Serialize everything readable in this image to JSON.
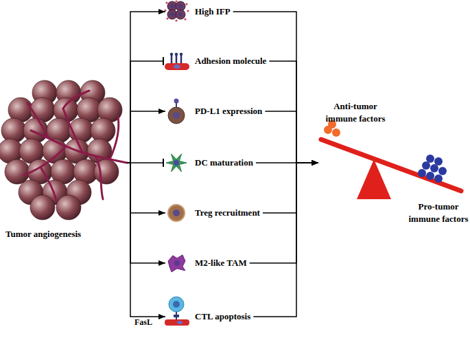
{
  "diagram": {
    "nodes": [
      {
        "text": [
          "Tumor angiogenesis"
        ]
      },
      {
        "text": [
          "High IFP"
        ]
      },
      {
        "text": [
          "Adhesion molecule"
        ]
      },
      {
        "text": [
          "PD-L1 expression"
        ]
      },
      {
        "text": [
          "DC maturation"
        ]
      },
      {
        "text": [
          "Treg recruitment"
        ]
      },
      {
        "text": [
          "M2-like TAM"
        ]
      },
      {
        "text": [
          "CTL apoptosis"
        ]
      },
      {
        "text": [
          "Anti-tumor immune factors",
          "Pro-tumor immune factors"
        ]
      }
    ],
    "edges": [
      {
        "from": 0,
        "to": 1,
        "arrow": "to"
      },
      {
        "from": 0,
        "to": 2,
        "arrow": "none"
      },
      {
        "from": 0,
        "to": 3,
        "arrow": "to"
      },
      {
        "from": 0,
        "to": 4,
        "arrow": "none"
      },
      {
        "from": 0,
        "to": 5,
        "arrow": "to"
      },
      {
        "from": 0,
        "to": 6,
        "arrow": "to"
      },
      {
        "from": 0,
        "to": 7,
        "arrow": "to"
      },
      {
        "from": 1,
        "to": 8,
        "arrow": "to"
      },
      {
        "from": 2,
        "to": 8,
        "arrow": "to"
      },
      {
        "from": 3,
        "to": 8,
        "arrow": "to"
      },
      {
        "from": 4,
        "to": 8,
        "arrow": "to"
      },
      {
        "from": 5,
        "to": 8,
        "arrow": "to"
      },
      {
        "from": 6,
        "to": 8,
        "arrow": "to"
      },
      {
        "from": 7,
        "to": 8,
        "arrow": "to"
      }
    ],
    "labels": [
      "FasL"
    ]
  }
}
